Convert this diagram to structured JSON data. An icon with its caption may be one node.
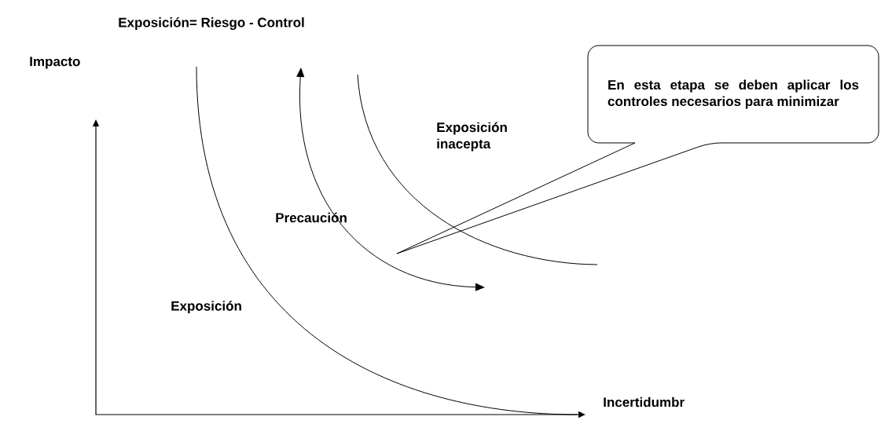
{
  "diagram": {
    "title": "Exposición= Riesgo - Control",
    "nodes": [
      {
        "text": [
          "En esta etapa se deben aplicar los controles necesarios para minimizar"
        ]
      }
    ],
    "labels": [
      "Impacto",
      "Exposición inacepta",
      "Precaución",
      "Exposición",
      "Incertidumbr"
    ]
  }
}
